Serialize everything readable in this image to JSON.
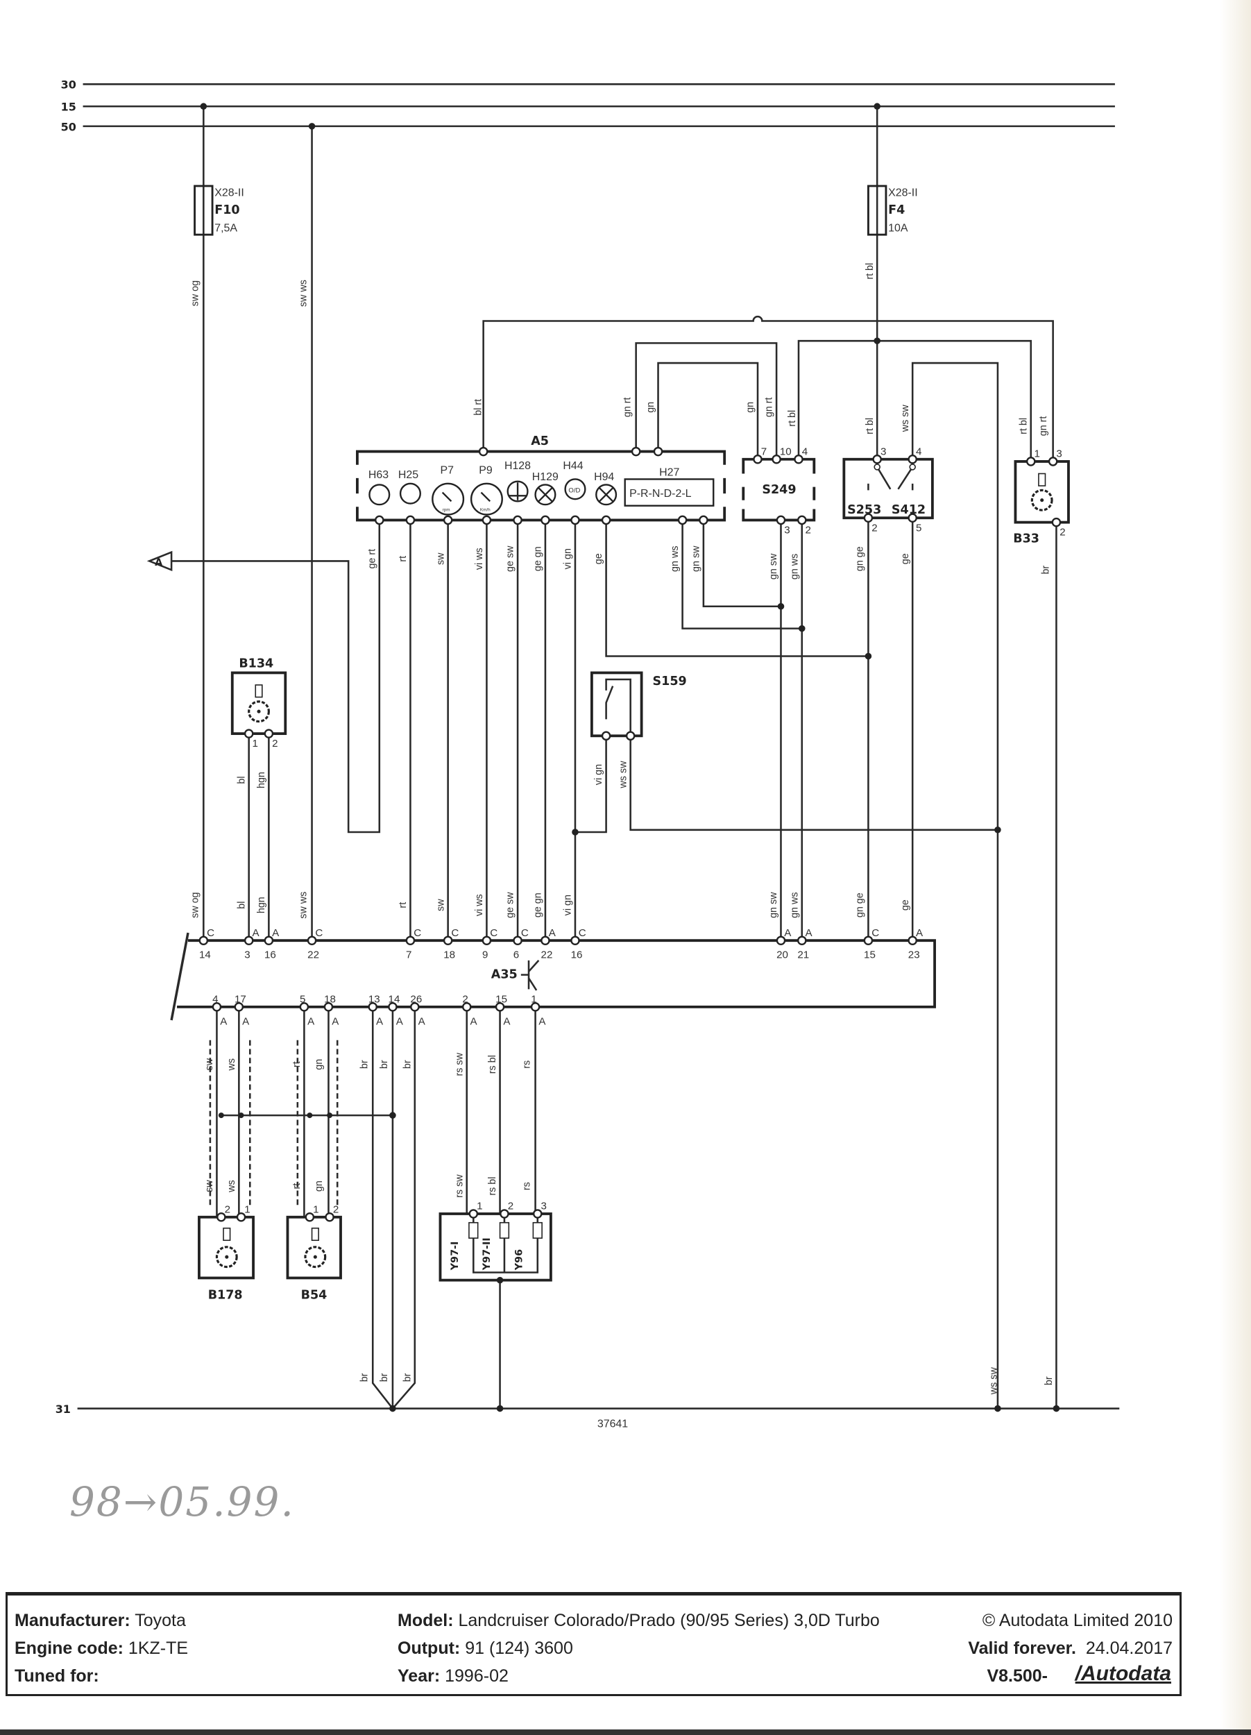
{
  "rails": {
    "r30": "30",
    "r15": "15",
    "r50": "50",
    "r31": "31"
  },
  "fuses": {
    "f10": {
      "conn": "X28-II",
      "name": "F10",
      "rating": "7,5A"
    },
    "f4": {
      "conn": "X28-II",
      "name": "F4",
      "rating": "10A"
    }
  },
  "components": {
    "a5": {
      "name": "A5",
      "items": [
        "H63",
        "H25",
        "P7",
        "P9",
        "H128",
        "H129",
        "H44",
        "H94",
        "H27"
      ],
      "p7_unit": "rpm",
      "p9_unit": "Km/h",
      "h44_text": "O/D",
      "h27_text": "P-R-N-D-2-L"
    },
    "s249": "S249",
    "s253": "S253",
    "s412": "S412",
    "b33": "B33",
    "b134": "B134",
    "s159": "S159",
    "a35": "A35",
    "b178": "B178",
    "b54": "B54",
    "y97_1": "Y97-I",
    "y97_2": "Y97-II",
    "y96": "Y96",
    "connector_a": "A"
  },
  "pins": {
    "s249_top": [
      "7",
      "10",
      "4"
    ],
    "s249_bottom": [
      "3",
      "2"
    ],
    "s253_top": [
      "3",
      "4"
    ],
    "s253_bottom": [
      "2",
      "5"
    ],
    "b33_top": [
      "1",
      "3"
    ],
    "b33_bottom": [
      "2"
    ],
    "b134": [
      "1",
      "2"
    ],
    "a35_top": [
      "14",
      "3",
      "16",
      "22",
      "7",
      "18",
      "9",
      "6",
      "22",
      "16",
      "20",
      "21",
      "15",
      "23"
    ],
    "a35_top_conn": [
      "C",
      "A",
      "A",
      "C",
      "C",
      "C",
      "C",
      "C",
      "A",
      "C",
      "A",
      "A",
      "C",
      "A"
    ],
    "a35_bottom": [
      "4",
      "17",
      "5",
      "18",
      "13",
      "14",
      "26",
      "2",
      "15",
      "1"
    ],
    "a35_bottom_conn": [
      "A",
      "A",
      "A",
      "A",
      "A",
      "A",
      "A",
      "A",
      "A",
      "A"
    ],
    "b178": [
      "2",
      "1"
    ],
    "b54": [
      "1",
      "2"
    ],
    "y": [
      "1",
      "2",
      "3"
    ]
  },
  "wires": [
    "sw og",
    "sw ws",
    "rt bl",
    "bl rt",
    "gn rt",
    "gn",
    "gn",
    "gn rt",
    "rt bl",
    "rt bl",
    "ws sw",
    "rt bl",
    "gn rt",
    "ge rt",
    "rt",
    "sw",
    "vi ws",
    "ge sw",
    "ge gn",
    "vi gn",
    "ge",
    "gn ws",
    "gn sw",
    "gn sw",
    "gn ws",
    "gn ge",
    "ge",
    "br",
    "bl",
    "hgn",
    "vi gn",
    "ws sw",
    "sw og",
    "bl",
    "hgn",
    "sw ws",
    "rt",
    "sw",
    "vi ws",
    "ge sw",
    "ge gn",
    "vi gn",
    "gn sw",
    "gn ws",
    "gn ge",
    "ge",
    "sw",
    "ws",
    "rt",
    "gn",
    "br",
    "br",
    "br",
    "rs sw",
    "rs bl",
    "rs",
    "sw",
    "ws",
    "rt",
    "gn",
    "rs sw",
    "rs bl",
    "rs",
    "br",
    "br",
    "br",
    "ws sw",
    "br"
  ],
  "diagram_number": "37641",
  "handwritten_note": "98→05.99.",
  "footer": {
    "manufacturer_label": "Manufacturer:",
    "manufacturer": "Toyota",
    "engine_label": "Engine code:",
    "engine": "1KZ-TE",
    "tuned_label": "Tuned for:",
    "model_label": "Model:",
    "model": "Landcruiser Colorado/Prado (90/95 Series) 3,0D Turbo",
    "output_label": "Output:",
    "output": "91 (124) 3600",
    "year_label": "Year:",
    "year": "1996-02",
    "copyright": "© Autodata Limited 2010",
    "valid": "Valid forever.",
    "valid_date": "24.04.2017",
    "version": "V8.500-",
    "logo": "Autodata"
  }
}
